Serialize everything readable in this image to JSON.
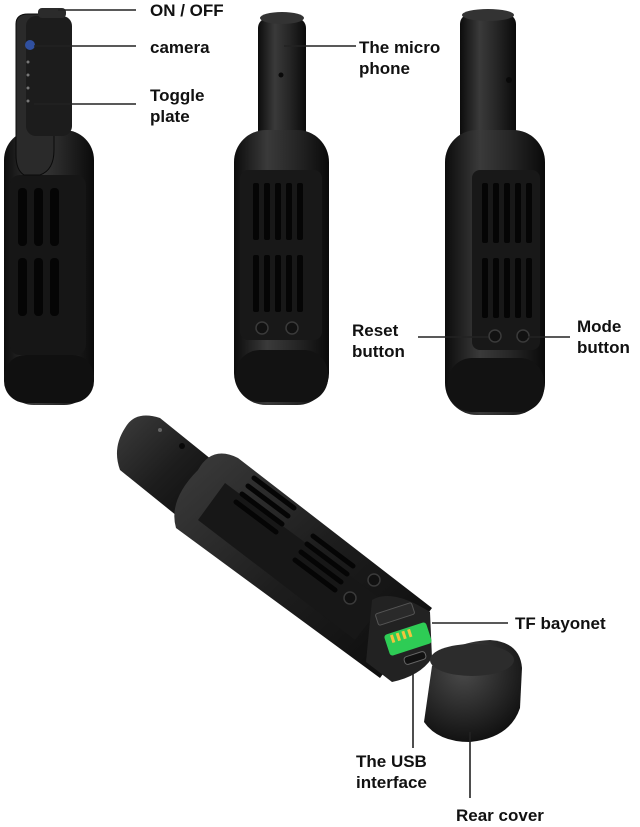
{
  "labels": {
    "on_off": "ON / OFF",
    "camera": "camera",
    "toggle_plate_1": "Toggle",
    "toggle_plate_2": "plate",
    "micro_phone_1": "The micro",
    "micro_phone_2": "phone",
    "reset_button_1": "Reset",
    "reset_button_2": "button",
    "mode_button_1": "Mode",
    "mode_button_2": "button",
    "tf_bayonet": "TF bayonet",
    "usb_interface_1": "The USB",
    "usb_interface_2": "interface",
    "rear_cover": "Rear cover"
  },
  "colors": {
    "body": "#1b1b1b",
    "body_highlight": "#3a3a3a",
    "slots": "#060606",
    "usb_board": "#2ecc55",
    "leader_line": "#222222"
  }
}
